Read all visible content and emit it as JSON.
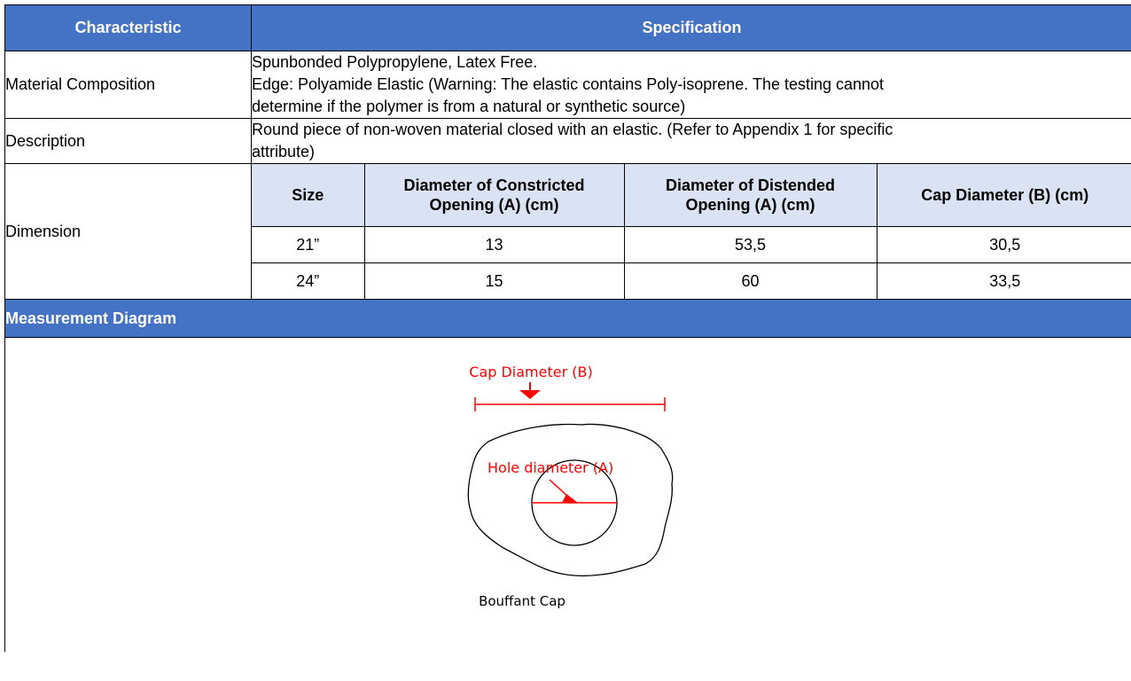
{
  "header": {
    "characteristic": "Characteristic",
    "specification": "Specification"
  },
  "rows": {
    "material": {
      "label": "Material Composition",
      "lines": [
        "Spunbonded Polypropylene, Latex Free.",
        "Edge: Polyamide Elastic (Warning: The elastic contains Poly-isoprene. The testing cannot",
        "determine if the polymer is from a natural or synthetic source)"
      ]
    },
    "description": {
      "label": "Description",
      "lines": [
        "Round piece of non-woven material closed with an elastic. (Refer to Appendix 1 for specific",
        "attribute)"
      ]
    },
    "dimension": {
      "label": "Dimension",
      "columns": [
        [
          "Size"
        ],
        [
          "Diameter of Constricted",
          "Opening (A) (cm)"
        ],
        [
          "Diameter of Distended",
          "Opening (A) (cm)"
        ],
        [
          "Cap Diameter (B) (cm)"
        ]
      ],
      "rows": [
        [
          "21”",
          "13",
          "53,5",
          "30,5"
        ],
        [
          "24”",
          "15",
          "60",
          "33,5"
        ]
      ]
    }
  },
  "diagram": {
    "header": "Measurement Diagram",
    "cap_diameter_label": "Cap Diameter (B)",
    "hole_diameter_label": "Hole diameter (A)",
    "caption": "Bouffant Cap",
    "colors": {
      "annotation": "#ff0000",
      "outline": "#000000"
    }
  },
  "colors": {
    "header_bg": "#4472c4",
    "subheader_bg": "#dae3f3"
  }
}
